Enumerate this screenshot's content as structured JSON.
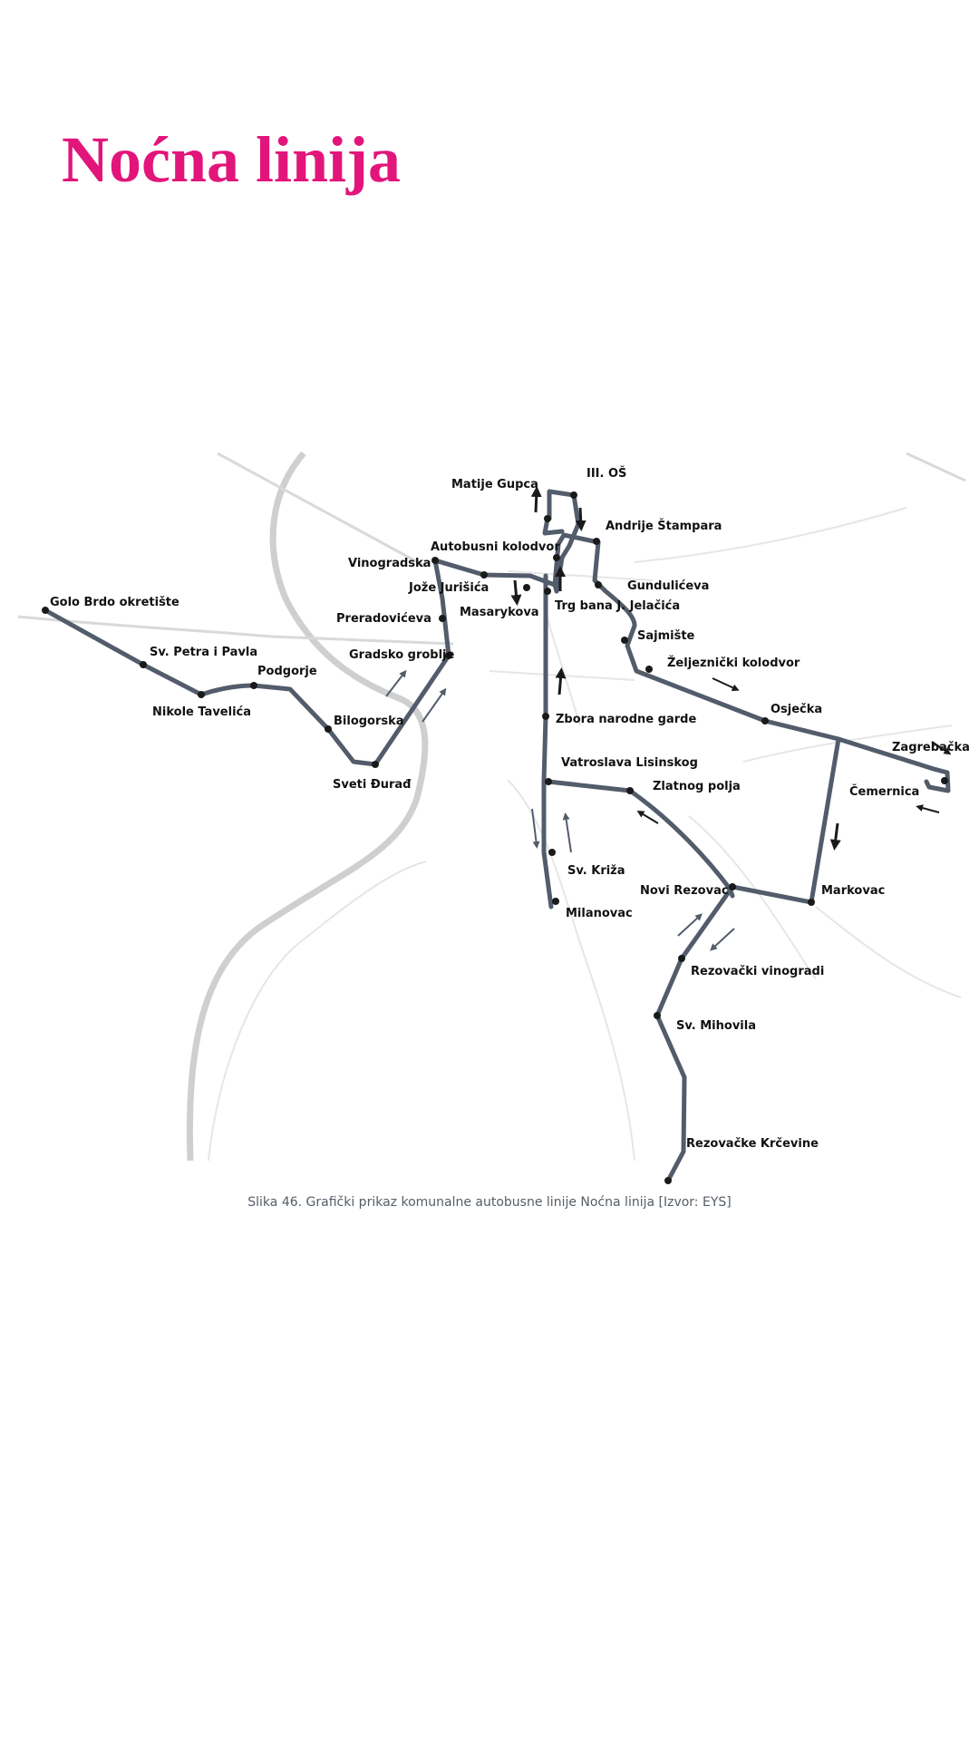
{
  "page": {
    "title": "Noćna linija",
    "title_color": "#e2157a",
    "caption": "Slika 46. Grafički prikaz komunalne autobusne linije Noćna linija [Izvor: EYS]"
  },
  "map": {
    "route_color": "#525c6b",
    "stop_color": "#1a1a1a",
    "stops": {
      "golo_brdo": "Golo Brdo okretište",
      "sv_petra_pavla": "Sv. Petra i Pavla",
      "podgorje": "Podgorje",
      "nikole_tavelica": "Nikole Tavelića",
      "bilogorska": "Bilogorska",
      "sveti_durad": "Sveti Đurađ",
      "gradsko_groblje": "Gradsko groblje",
      "preradoviceva": "Preradovićeva",
      "vinogradska": "Vinogradska",
      "joze_jurisica": "Jože Jurišića",
      "autobusni_kolodvor": "Autobusni kolodvor",
      "matije_gupca": "Matije Gupca",
      "iii_os": "III. OŠ",
      "andrije_stampara": "Andrije Štampara",
      "masarykova": "Masarykova",
      "trg_bana": "Trg bana J. Jelačića",
      "gunduliceva": "Gundulićeva",
      "sajmiste": "Sajmište",
      "zeljeznicki_kolodvor": "Željeznički kolodvor",
      "osjecka": "Osječka",
      "zagrebacka": "Zagrebačka",
      "cemernica": "Čemernica",
      "zbora_narodne_garde": "Zbora narodne garde",
      "vatroslava_lisinskog": "Vatroslava Lisinskog",
      "zlatnog_polja": "Zlatnog polja",
      "sv_kriza": "Sv. Križa",
      "milanovac": "Milanovac",
      "novi_rezovac": "Novi Rezovac",
      "markovac": "Markovac",
      "rezovacki_vinogradi": "Rezovački vinogradi",
      "sv_mihovila": "Sv. Mihovila",
      "rezovacke_krcevine": "Rezovačke Krčevine"
    }
  }
}
